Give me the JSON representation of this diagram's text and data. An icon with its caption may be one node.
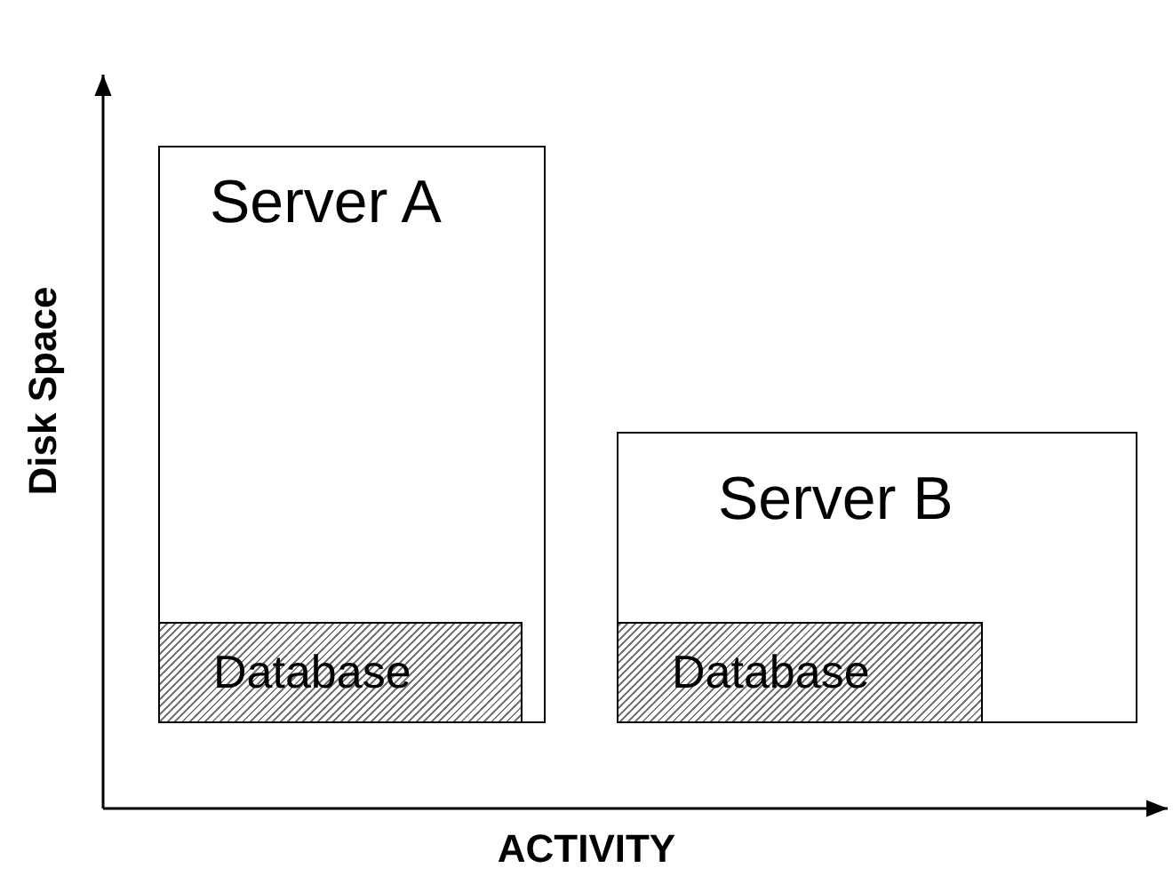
{
  "diagram": {
    "nodes": [
      {
        "text": [
          "Server A"
        ]
      },
      {
        "text": [
          "Database"
        ],
        "in": 0
      },
      {
        "text": [
          "Server B"
        ]
      },
      {
        "text": [
          "Database"
        ],
        "in": 2
      }
    ],
    "labels": [
      "Disk Space",
      "ACTIVITY"
    ]
  }
}
